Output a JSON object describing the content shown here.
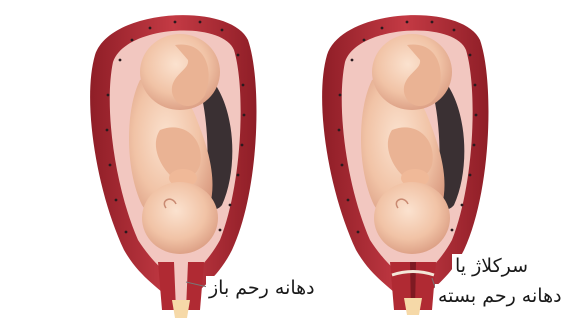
{
  "labels": {
    "left_caption": "دهانه رحم باز",
    "right_caption_line1": "سرکلاژ یا",
    "right_caption_line2": "دهانه رحم بسته"
  },
  "colors": {
    "background": "#ffffff",
    "uterus_wall": "#b02a33",
    "uterus_inner": "#d94a52",
    "membrane": "#f2c7c0",
    "fetus_skin": "#f1c3a6",
    "fetus_shadow": "#d99a80",
    "placenta_dark": "#3a3033",
    "stitch": "#f3e7d8"
  },
  "icons": [
    "uterus-open-cervix-illustration",
    "uterus-cerclage-illustration"
  ]
}
